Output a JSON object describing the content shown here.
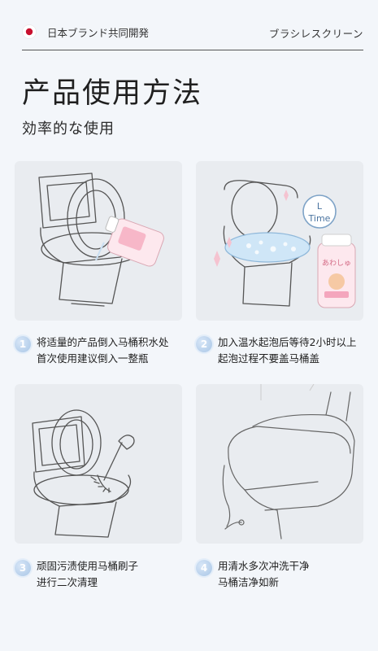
{
  "header": {
    "brand_left": "日本ブランド共同開発",
    "brand_right": "ブラシレスクリーン",
    "flag_color": "#c8102e"
  },
  "title": "产品使用方法",
  "subtitle": "効率的な使用",
  "cards": [
    {
      "image": "toilet-pour-bottle-illustration"
    },
    {
      "image": "toilet-foam-timer-illustration",
      "clock_text": "Time",
      "bottle_label": "あわしゅ"
    },
    {
      "image": "toilet-brush-illustration"
    },
    {
      "image": "smart-toilet-illustration"
    }
  ],
  "steps": [
    {
      "number": "1",
      "lines": [
        "将适量的产品倒入马桶积水处",
        "首次使用建议倒入一整瓶"
      ]
    },
    {
      "number": "2",
      "lines": [
        "加入温水起泡后等待2小时以上",
        "起泡过程不要盖马桶盖"
      ]
    },
    {
      "number": "3",
      "lines": [
        "顽固污渍使用马桶刷子",
        "进行二次清理"
      ]
    },
    {
      "number": "4",
      "lines": [
        "用清水多次冲洗干净",
        "马桶洁净如新"
      ]
    }
  ]
}
